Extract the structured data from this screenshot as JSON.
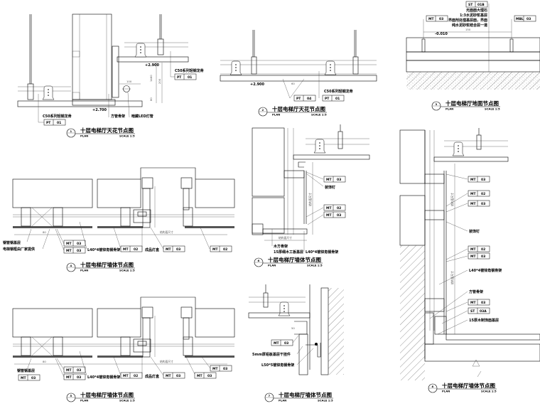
{
  "details": [
    {
      "num": "1",
      "title": "十层电梯厅天花节点图",
      "plan": "PLAN",
      "scale": "SCALE 1:5"
    },
    {
      "num": "2",
      "title": "十层电梯厅天花节点图",
      "plan": "PLAN",
      "scale": "SCALE 1:5"
    },
    {
      "num": "3",
      "title": "十层电梯厅地面节点图",
      "plan": "PLAN",
      "scale": "SCALE 1:5"
    },
    {
      "num": "4",
      "title": "十层电梯厅墙体节点图",
      "plan": "PLAN",
      "scale": "SCALE 1:5"
    },
    {
      "num": "6",
      "title": "十层电梯厅墙体节点图",
      "plan": "PLAN",
      "scale": "SCALE 1:5"
    },
    {
      "num": "5",
      "title": "十层电梯厅墙体节点图",
      "plan": "PLAN",
      "scale": "SCALE 1:5"
    },
    {
      "num": "7",
      "title": "十层电梯厅墙体节点图",
      "plan": "PLAN",
      "scale": "SCALE 1:5"
    },
    {
      "num": "8",
      "title": "十层电梯厅墙体节点图",
      "plan": "PLAN",
      "scale": "SCALE 1:5"
    }
  ],
  "tags": {
    "PT": "PT",
    "MT": "MT",
    "ST": "ST",
    "MBL": "MBL",
    "n01": "01",
    "n04": "04",
    "n02": "02",
    "n03": "03",
    "n01B": "01B",
    "n03A": "03A"
  },
  "notes": {
    "keel": "C50系列轻钢龙骨",
    "square_tube": "方管骨架",
    "led": "暗藏LED灯管",
    "floor1": "光面面大理石",
    "floor2": "1:3水泥砂浆基层",
    "floor3": "界面剂处理基层面，界面",
    "floor4": "纯水泥砂浆结合层一道",
    "steel_base": "钢管钢基层",
    "elevator_frame": "电梯钢框由厂家提供",
    "angle_l40": "L40*4镀锌角钢骨架",
    "light_box": "成品灯盒",
    "nail": "装饰钉",
    "wood_frame": "木方骨架",
    "board15": "15厚细木工板基层",
    "alu5": "5mm厚铝板基层干挂件",
    "angle_l50": "L50*5镀锌角钢骨架",
    "wood_base15": "15厚木制饰面基层",
    "struct_dim": "结构面尺寸"
  },
  "levels": {
    "l2900": "+2.900",
    "l2700": "+2.700",
    "lfloor": "-0.010"
  },
  "dims": {
    "d100": "100",
    "d1460": "1460",
    "d200": "200",
    "d80": "80",
    "d150": "150",
    "d60": "60",
    "d50": "50"
  }
}
